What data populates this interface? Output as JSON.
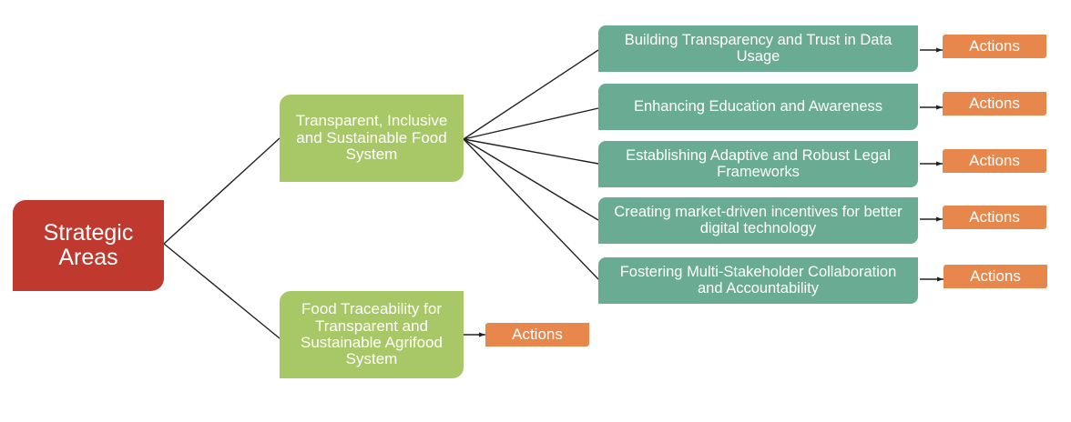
{
  "root": {
    "label": "Strategic Areas"
  },
  "colors": {
    "root": "#c0392f",
    "strategic_area": "#a8c766",
    "objective": "#6aab94",
    "action": "#e8874b",
    "connector": "#222222"
  },
  "strategic_areas": [
    {
      "label": "Transparent, Inclusive and Sustainable Food System",
      "objectives": [
        {
          "label": "Building Transparency and Trust in Data Usage",
          "action": "Actions"
        },
        {
          "label": "Enhancing Education and Awareness",
          "action": "Actions"
        },
        {
          "label": "Establishing Adaptive and Robust Legal Frameworks",
          "action": "Actions"
        },
        {
          "label": "Creating market-driven incentives for better digital technology",
          "action": "Actions"
        },
        {
          "label": "Fostering Multi-Stakeholder Collaboration and Accountability",
          "action": "Actions"
        }
      ]
    },
    {
      "label": "Food Traceability for Transparent and Sustainable Agrifood System",
      "action": "Actions"
    }
  ]
}
